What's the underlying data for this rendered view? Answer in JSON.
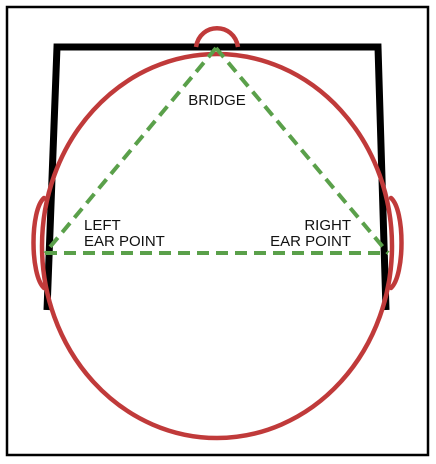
{
  "diagram": {
    "labels": {
      "bridge": "BRIDGE",
      "left_ear_line1": "LEFT",
      "left_ear_line2": "EAR POINT",
      "right_ear_line1": "RIGHT",
      "right_ear_line2": "EAR POINT"
    },
    "colors": {
      "frame": "#000000",
      "head_outline": "#c03a3a",
      "triangle": "#5aa04a",
      "text": "#111111",
      "background": "#ffffff"
    }
  }
}
